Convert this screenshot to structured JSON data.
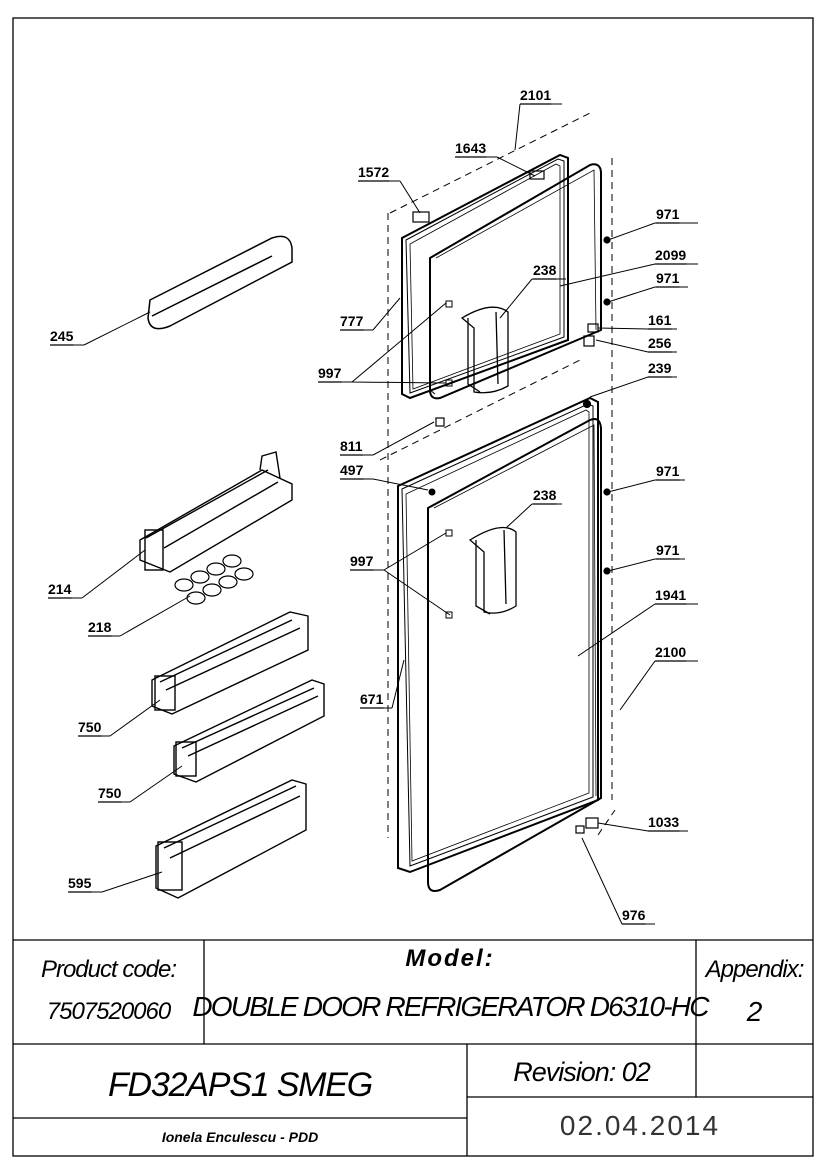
{
  "callouts": [
    "2101",
    "1643",
    "1572",
    "971",
    "2099",
    "238",
    "971",
    "777",
    "161",
    "997",
    "256",
    "239",
    "811",
    "497",
    "971",
    "238",
    "245",
    "997",
    "971",
    "214",
    "218",
    "1941",
    "2100",
    "750",
    "671",
    "750",
    "1033",
    "595",
    "976"
  ],
  "title_block": {
    "product_code_label": "Product code:",
    "product_code_value": "7507520060",
    "model_label": "Model:",
    "model_value": "DOUBLE DOOR REFRIGERATOR D6310-HC",
    "appendix_label": "Appendix:",
    "appendix_value": "2",
    "product_name": "FD32APS1 SMEG",
    "revision": "Revision: 02",
    "author": "Ionela Enculescu - PDD",
    "date": "02.04.2014"
  }
}
